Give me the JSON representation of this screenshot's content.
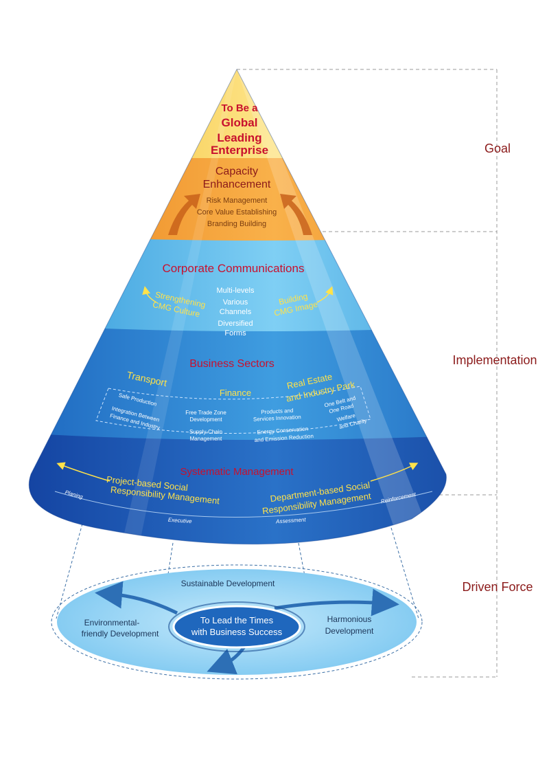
{
  "colors": {
    "accent_red": "#c8102e",
    "dark_red": "#8b1a1a",
    "yellow_text": "#ffe24a",
    "gold": "#f7c833",
    "orange": "#ee8d1e",
    "blue_light": "#4fb6ea",
    "blue_mid": "#2f7fd0",
    "blue_dark": "#123f9e",
    "base_blue": "#8fd0f4"
  },
  "side_labels": {
    "goal": "Goal",
    "implementation": "Implementation",
    "driven_force": "Driven Force"
  },
  "goal_layer": {
    "title_lines": [
      "To Be a",
      "Global",
      "Leading",
      "Enterprise"
    ]
  },
  "capacity_layer": {
    "title_lines": [
      "Capacity",
      "Enhancement"
    ],
    "items": [
      "Risk Management",
      "Core Value Establishing",
      "Branding Building"
    ]
  },
  "communications_layer": {
    "title": "Corporate Communications",
    "left_lines": [
      "Strengthening",
      "CMG Culture"
    ],
    "right_lines": [
      "Building",
      "CMG Image"
    ],
    "center_lines": [
      "Multi-levels",
      "Various",
      "Channels",
      "Diversified",
      "Forms"
    ]
  },
  "business_layer": {
    "title": "Business Sectors",
    "sector_transport": "Transport",
    "sector_finance": "Finance",
    "sector_realestate_lines": [
      "Real Estate",
      "and Industry Park"
    ],
    "items": {
      "safe_production": "Safe Production",
      "integration_lines": [
        "Integration Between",
        "Finance and Industry"
      ],
      "ftz_lines": [
        "Free Trade Zone",
        "Development"
      ],
      "supply_chain_lines": [
        "Supply-Chain",
        "Management"
      ],
      "products_lines": [
        "Products and",
        "Services Innovation"
      ],
      "energy_lines": [
        "Energy Conservation",
        "and Emission Reduction"
      ],
      "belt_road_lines": [
        "One Belt and",
        "One Road"
      ],
      "welfare_lines": [
        "Welfare",
        "and Charity"
      ]
    }
  },
  "management_layer": {
    "title": "Systematic Management",
    "left_lines": [
      "Project-based Social",
      "Responsibility Management"
    ],
    "right_lines": [
      "Department-based Social",
      "Responsibility Management"
    ],
    "stages": [
      "Planing",
      "Executive",
      "Assessment",
      "Reinforcement"
    ]
  },
  "base": {
    "top": "Sustainable Development",
    "left_lines": [
      "Environmental-",
      "friendly Development"
    ],
    "right_lines": [
      "Harmonious",
      "Development"
    ],
    "center_lines": [
      "To Lead the Times",
      "with Business Success"
    ]
  }
}
